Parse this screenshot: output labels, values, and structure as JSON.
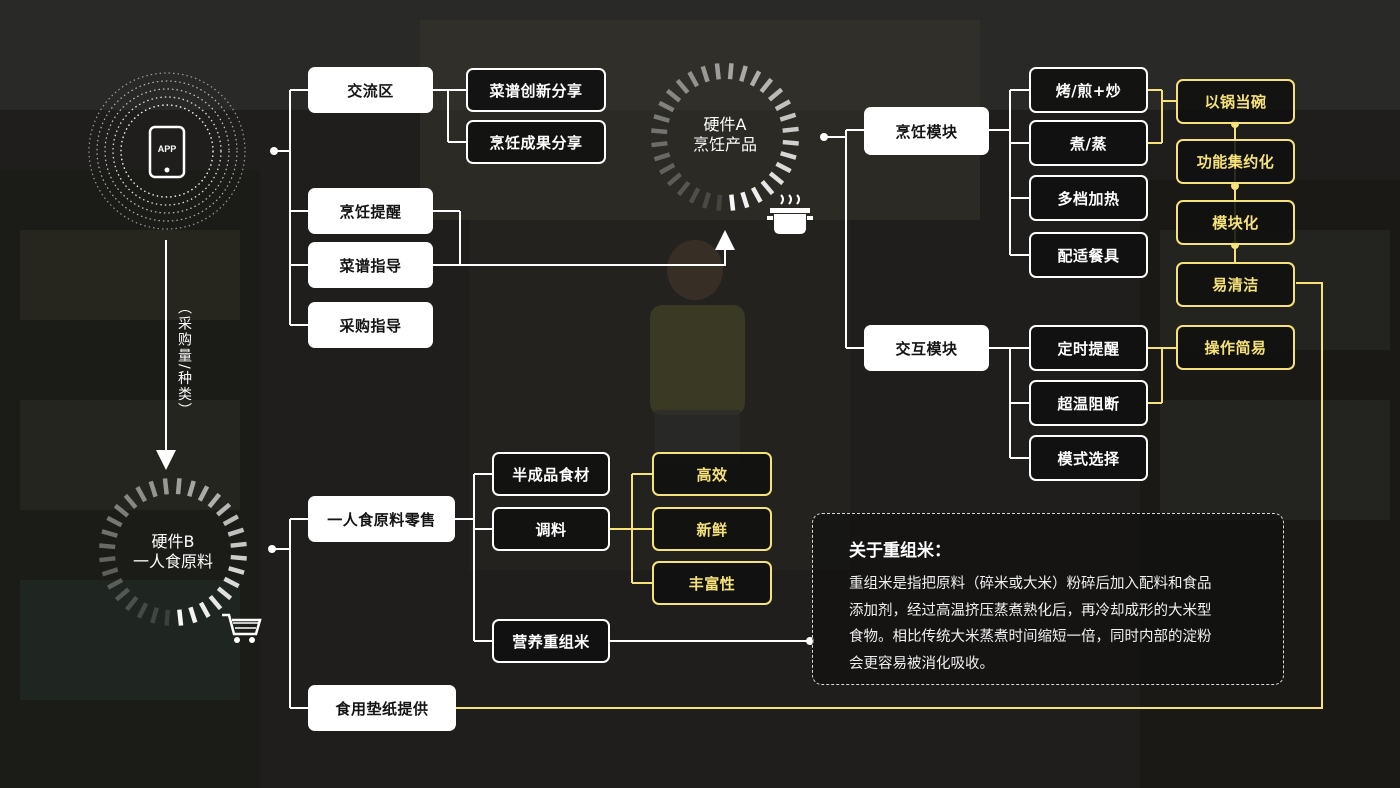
{
  "app_icon": {
    "label": "APP",
    "icon": "smartphone-app-icon"
  },
  "hub_a": {
    "line1": "硬件A",
    "line2": "烹饪产品",
    "icon": "cooking-pot-icon"
  },
  "hub_b": {
    "line1": "硬件B",
    "line2": "一人食原料",
    "icon": "shopping-cart-icon"
  },
  "vertical_label": "（采购量/种类）",
  "app_branch": {
    "exchange": "交流区",
    "exchange_children": [
      "菜谱创新分享",
      "烹饪成果分享"
    ],
    "reminders": [
      "烹饪提醒",
      "菜谱指导",
      "采购指导"
    ]
  },
  "cooking_module": {
    "label": "烹饪模块",
    "children": [
      "烤/煎+炒",
      "煮/蒸",
      "多档加热",
      "配适餐具"
    ],
    "features": [
      "以锅当碗",
      "功能集约化",
      "模块化",
      "易清洁"
    ]
  },
  "interaction_module": {
    "label": "交互模块",
    "children": [
      "定时提醒",
      "超温阻断",
      "模式选择"
    ],
    "features": [
      "操作简易"
    ]
  },
  "retail": {
    "label": "一人食原料零售",
    "children": [
      "半成品食材",
      "调料",
      "营养重组米"
    ],
    "features": [
      "高效",
      "新鲜",
      "丰富性"
    ]
  },
  "pad": {
    "label": "食用垫纸提供"
  },
  "about": {
    "title": "关于重组米：",
    "lines": [
      "重组米是指把原料（碎米或大米）粉碎后加入配料和食品",
      "添加剂，经过高温挤压蒸煮熟化后，再冷却成形的大米型",
      "食物。相比传统大米蒸煮时间缩短一倍，同时内部的淀粉",
      "会更容易被消化吸收。"
    ]
  },
  "colors": {
    "accent_yellow": "#f6e27a",
    "line_white": "#ffffff",
    "background": "#2a2926"
  }
}
